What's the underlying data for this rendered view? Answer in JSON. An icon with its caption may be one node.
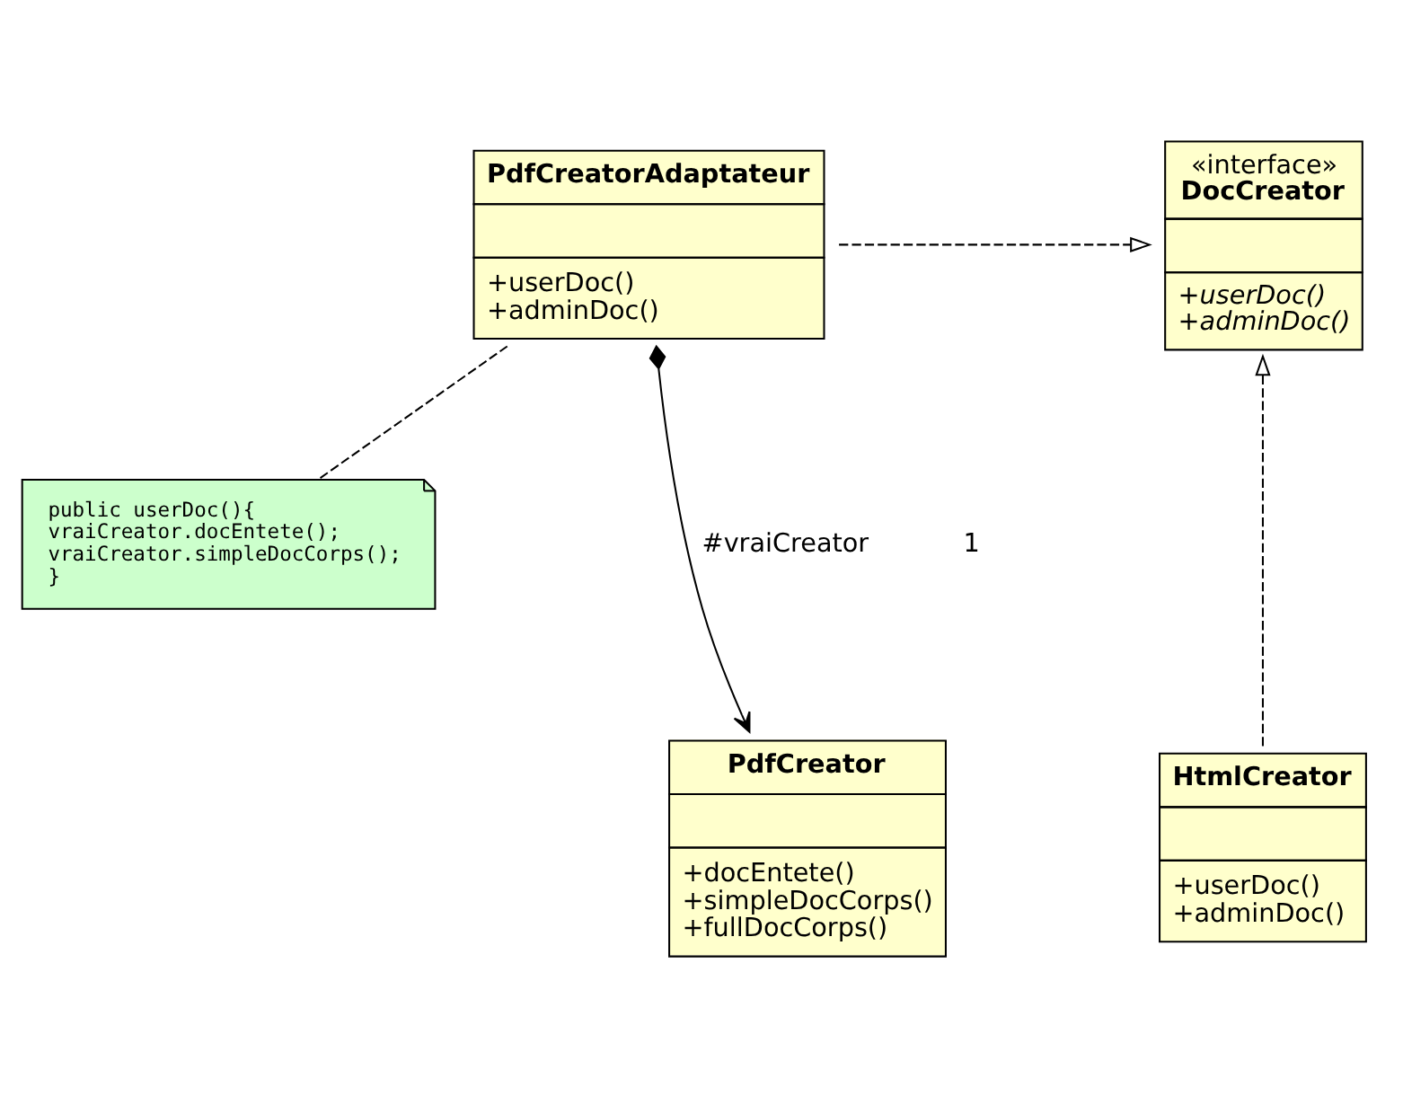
{
  "diagram": {
    "nodes": [
      {
        "text": [
          "PdfCreatorAdaptateur",
          "+userDoc()",
          "+adminDoc()"
        ]
      },
      {
        "text": [
          "«interface»",
          "DocCreator",
          "+userDoc()",
          "+adminDoc()"
        ]
      },
      {
        "text": [
          "public userDoc(){ vraiCreator.docEntete(); vraiCreator.simpleDocCorps(); }"
        ]
      },
      {
        "text": [
          "PdfCreator",
          "+docEntete()",
          "+simpleDocCorps()",
          "+fullDocCorps()"
        ]
      },
      {
        "text": [
          "HtmlCreator",
          "+userDoc()",
          "+adminDoc()"
        ]
      }
    ],
    "edges": [
      {
        "from": 0,
        "to": 1,
        "arrow": "to",
        "style": "dashed"
      },
      {
        "from": 0,
        "to": 2,
        "arrow": "none",
        "style": "dashed"
      },
      {
        "from": 0,
        "to": 3,
        "arrow": "to",
        "label": "#vraiCreator"
      },
      {
        "from": 4,
        "to": 1,
        "arrow": "to",
        "style": "dashed"
      }
    ],
    "labels": [
      "1"
    ]
  }
}
